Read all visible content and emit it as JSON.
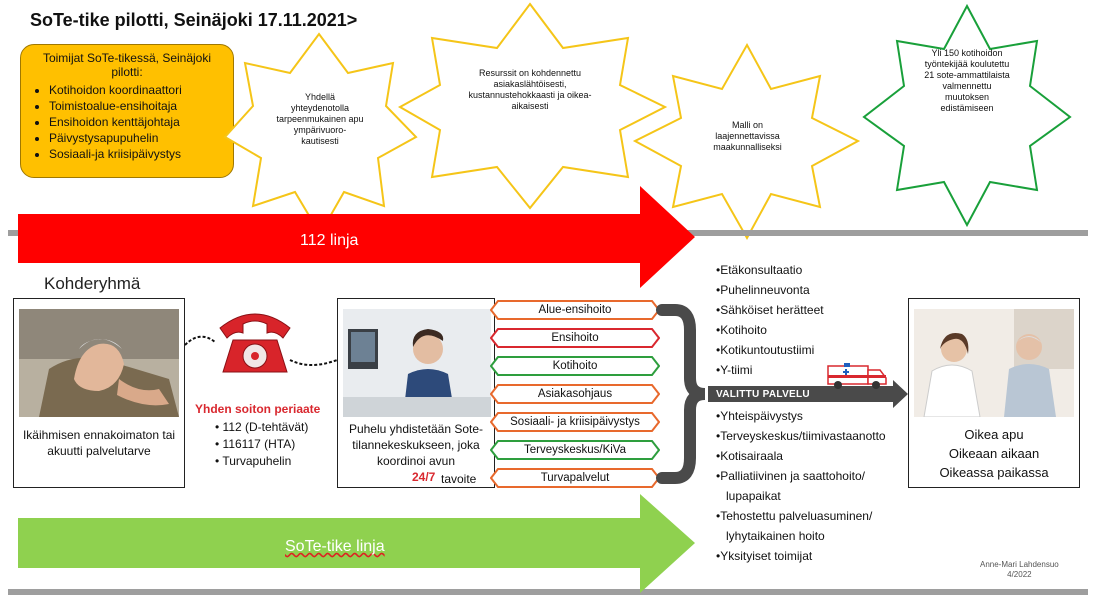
{
  "title": "SoTe-tike pilotti, Seinäjoki 17.11.2021>",
  "participants": {
    "heading": "Toimijat SoTe-tikessä, Seinäjoki pilotti:",
    "items": [
      "Kotihoidon koordinaattori",
      "Toimistoalue-ensihoitaja",
      "Ensihoidon kenttäjohtaja",
      "Päivystysapupuhelin",
      "Sosiaali-ja kriisipäivystys"
    ]
  },
  "stars": [
    {
      "text": "Yhdellä yhteydenotolla tarpeenmukainen apu ympärivuoro-kautisesti",
      "color": "#f5c518"
    },
    {
      "text": "Resurssit on kohdennettu asiakaslähtöisesti, kustannustehokkaasti ja oikea-aikaisesti",
      "color": "#f5c518"
    },
    {
      "text": "Malli on laajennettavissa maakunnalliseksi",
      "color": "#f5c518"
    },
    {
      "text": "Yli 150 kotihoidon työntekijää koulutettu 21 sote-ammattilaista valmennettu muutoksen edistämiseen",
      "color": "#19a03a"
    }
  ],
  "arrows": {
    "red": "112 linja",
    "green": "SoTe-tike linja"
  },
  "target_group": {
    "heading": "Kohderyhmä",
    "text": "Ikäihmisen ennakoimaton tai akuutti palvelutarve"
  },
  "one_call": {
    "heading": "Yhden soiton periaate",
    "items": [
      "112 (D-tehtävät)",
      "116117 (HTA)",
      "Turvapuhelin"
    ]
  },
  "call_center": {
    "text": "Puhelu yhdistetään Sote-tilannekeskukseen, joka koordinoi avun",
    "hours": "24/7",
    "goal": "tavoite"
  },
  "services": [
    {
      "label": "Alue-ensihoito",
      "color": "#e8692d"
    },
    {
      "label": "Ensihoito",
      "color": "#d9282f"
    },
    {
      "label": "Kotihoito",
      "color": "#2e9e3e"
    },
    {
      "label": "Asiakasohjaus",
      "color": "#e8692d"
    },
    {
      "label": "Sosiaali- ja kriisipäivystys",
      "color": "#e8692d"
    },
    {
      "label": "Terveyskeskus/KiVa",
      "color": "#2e9e3e"
    },
    {
      "label": "Turvapalvelut",
      "color": "#e8692d"
    }
  ],
  "selected_service": "VALITTU PALVELU",
  "upper_services": [
    "Etäkonsultaatio",
    "Puhelinneuvonta",
    "Sähköiset herätteet",
    "Kotihoito",
    "Kotikuntoutustiimi",
    "Y-tiimi"
  ],
  "lower_services": [
    "Yhteispäivystys",
    "Terveyskeskus/tiimivastaanotto",
    "Kotisairaala",
    "Palliatiivinen ja saattohoito/ lupapaikat",
    "Tehostettu palveluasuminen/ lyhytaikainen hoito",
    "Yksityiset toimijat"
  ],
  "outcome": [
    "Oikea apu",
    "Oikeaan aikaan",
    "Oikeassa paikassa"
  ],
  "signature": [
    "Anne-Mari Lahdensuo",
    "4/2022"
  ]
}
